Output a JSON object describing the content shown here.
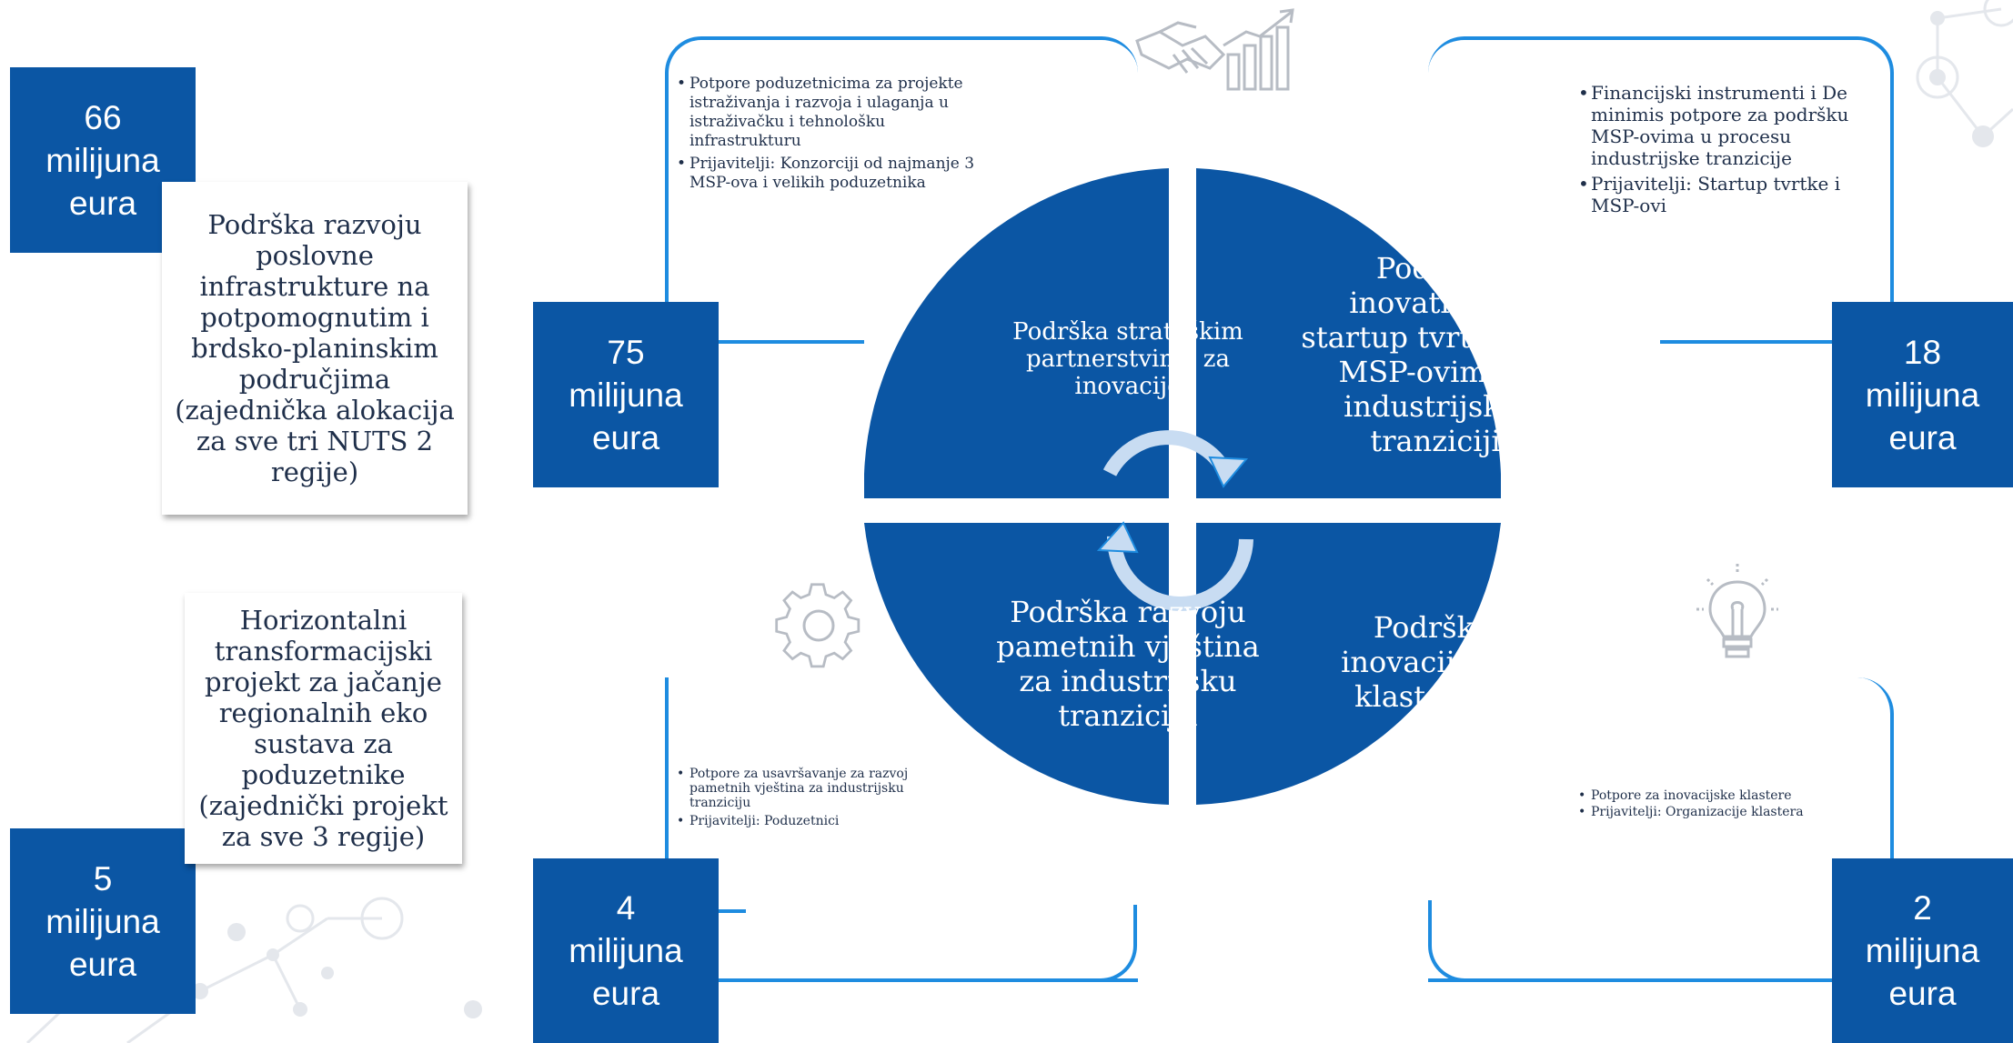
{
  "left_panel": {
    "amount_top": [
      "66",
      "milijuna",
      "eura"
    ],
    "card_top": "Podrška razvoju poslovne infrastrukture na potpomognutim i brdsko-planinskim područjima (zajednička alokacija za sve tri NUTS 2 regije)",
    "card_bottom": "Horizontalni transformacijski projekt za jačanje regionalnih eko sustava za poduzetnike (zajednički projekt za sve 3 regije)",
    "amount_bottom": [
      "5",
      "milijuna",
      "eura"
    ]
  },
  "quadrants": {
    "top_left": {
      "label": "Podrška strateškim partnerstvima za inovacije",
      "amount": [
        "75",
        "milijuna",
        "eura"
      ],
      "bullets": [
        "Potpore poduzetnicima za projekte istraživanja i razvoja i ulaganja u istraživačku i tehnološku infrastrukturu",
        "Prijavitelji: Konzorciji od najmanje 3 MSP-ova i velikih poduzetnika"
      ],
      "icon": "handshake-growth-chart-icon"
    },
    "top_right": {
      "label": "Podrška inovativnim startup tvrtkama i MSP-ovima u industrijskoj tranziciji",
      "amount": [
        "18",
        "milijuna",
        "eura"
      ],
      "bullets": [
        "Financijski instrumenti i De minimis potpore za podršku MSP-ovima u procesu industrijske tranzicije",
        "Prijavitelji: Startup tvrtke i MSP-ovi"
      ]
    },
    "bottom_left": {
      "label": "Podrška razvoju pametnih vještina za industrijsku tranziciju",
      "amount": [
        "4",
        "milijuna",
        "eura"
      ],
      "bullets": [
        "Potpore za usavršavanje za razvoj pametnih vještina za industrijsku tranziciju",
        "Prijavitelji: Poduzetnici"
      ],
      "icon": "gear-icon"
    },
    "bottom_right": {
      "label": "Podrška inovacijskim klasterima",
      "amount": [
        "2",
        "milijuna",
        "eura"
      ],
      "bullets": [
        "Potpore za inovacijske klastere",
        "Prijavitelji: Organizacije klastera"
      ],
      "icon": "lightbulb-icon"
    }
  },
  "colors": {
    "primary_blue": "#0b56a4",
    "frame_blue": "#1e8ce0",
    "arrow_light": "#c8dcf2",
    "text_dark": "#1f2f4a"
  }
}
